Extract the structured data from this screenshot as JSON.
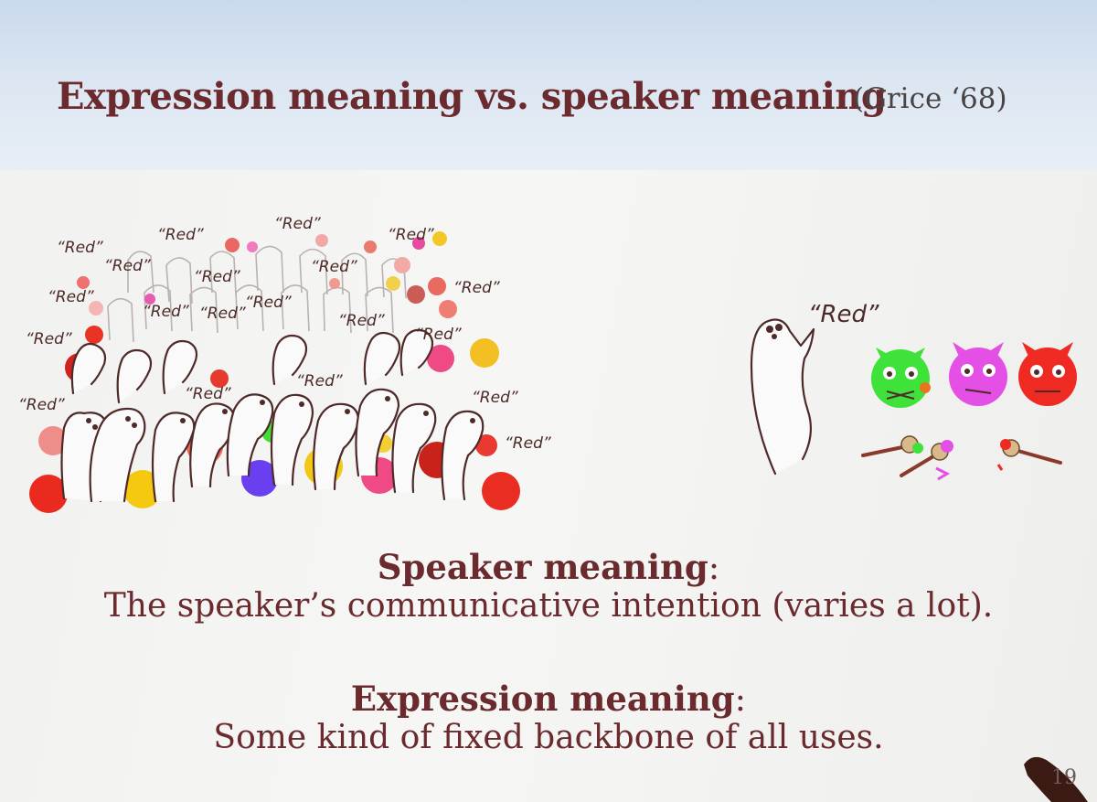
{
  "slide": {
    "title": "Expression meaning vs. speaker meaning",
    "citation": "(Grice ‘68)",
    "crowd_quote": "“Red”",
    "speaker_quote": "“Red”",
    "speaker_meaning": {
      "term": "Speaker meaning",
      "colon": ":",
      "definition": "The speaker’s communicative intention (varies a lot)."
    },
    "expression_meaning": {
      "term": "Expression meaning",
      "colon": ":",
      "definition": "Some kind of fixed backbone of all uses."
    },
    "page_number": "19"
  },
  "colors": {
    "title": "#6a2a2e",
    "band": "#c9d9ec",
    "cat_green": "#3ee23a",
    "cat_pink": "#e44fe6",
    "cat_red": "#ee2a22"
  }
}
